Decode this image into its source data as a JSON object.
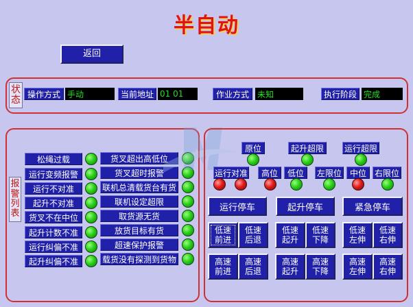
{
  "title": "半自动",
  "back_button": "返回",
  "status": {
    "label_chars": [
      "状",
      "态"
    ],
    "fields": [
      {
        "label": "操作方式",
        "value": "手动"
      },
      {
        "label": "当前地址",
        "value": "01   01"
      },
      {
        "label": "作业方式",
        "value": "未知"
      },
      {
        "label": "执行阶段",
        "value": "完成"
      }
    ]
  },
  "alarms": {
    "label_chars": [
      "报",
      "警",
      "列",
      "表"
    ],
    "left": [
      "松绳过载",
      "运行变频报警",
      "运行不对准",
      "起升不对准",
      "货叉不在中位",
      "起升计数不准",
      "运行纠偏不准",
      "起升纠偏不准"
    ],
    "right": [
      "货叉超出高低位",
      "货叉超时报警",
      "联机总清载货台有货",
      "联机设定超限",
      "取货源无货",
      "放货目标有货",
      "超速保护报警",
      "载货没有探测到货物"
    ]
  },
  "indicators": {
    "top": [
      {
        "label": "原位",
        "state": "green"
      },
      {
        "label": "起升超限",
        "state": "green"
      },
      {
        "label": "运行超限",
        "state": "green"
      }
    ],
    "run_align": {
      "label": "运行对准",
      "lamps": [
        "red",
        "red"
      ]
    },
    "high": {
      "label": "高位",
      "state": "red"
    },
    "low": {
      "label": "低位",
      "state": "green"
    },
    "left_limit": {
      "label": "左限位",
      "state": "green"
    },
    "middle": {
      "label": "中位",
      "state": "red"
    },
    "right_limit": {
      "label": "右限位",
      "state": "green"
    }
  },
  "stop_buttons": [
    "运行停车",
    "起升停车",
    "紧急停车"
  ],
  "motion_buttons": {
    "low": [
      [
        "低速",
        "前进"
      ],
      [
        "低速",
        "后退"
      ],
      [
        "低速",
        "起升"
      ],
      [
        "低速",
        "下降"
      ],
      [
        "低速",
        "左伸"
      ],
      [
        "低速",
        "右伸"
      ]
    ],
    "high": [
      [
        "高速",
        "前进"
      ],
      [
        "高速",
        "后退"
      ],
      [
        "高速",
        "起升"
      ],
      [
        "高速",
        "下降"
      ],
      [
        "高速",
        "左伸"
      ],
      [
        "高速",
        "右伸"
      ]
    ]
  },
  "colors": {
    "background": "#c7c6ee",
    "button": "#2020a8",
    "panel_border": "#d03030",
    "title": "#e01414",
    "value_text": "#20e020"
  }
}
